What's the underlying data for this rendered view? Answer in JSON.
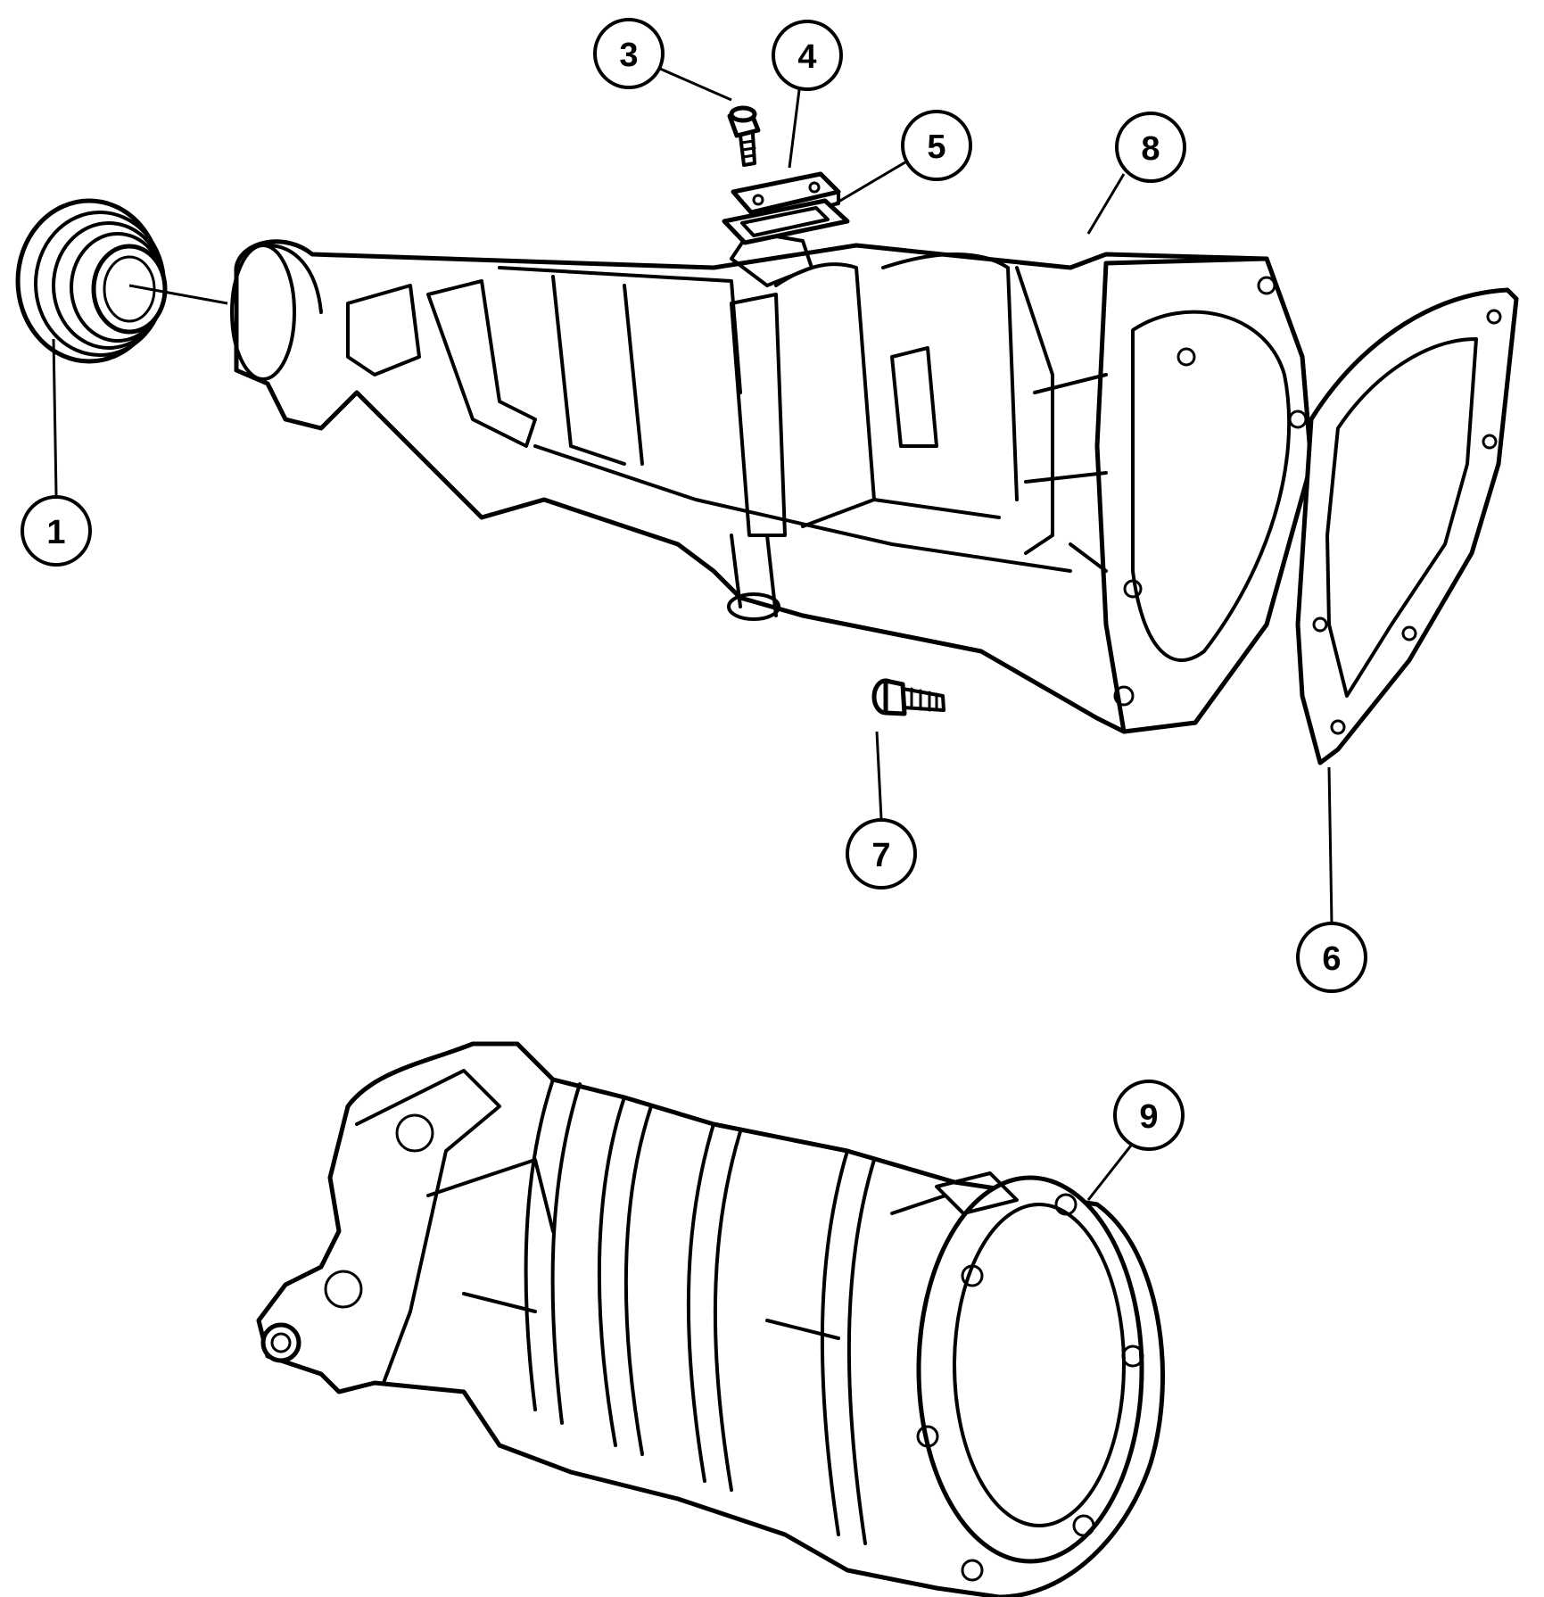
{
  "callouts": [
    {
      "id": "1",
      "label": "1"
    },
    {
      "id": "3",
      "label": "3"
    },
    {
      "id": "4",
      "label": "4"
    },
    {
      "id": "5",
      "label": "5"
    },
    {
      "id": "6",
      "label": "6"
    },
    {
      "id": "7",
      "label": "7"
    },
    {
      "id": "8",
      "label": "8"
    },
    {
      "id": "9",
      "label": "9"
    }
  ],
  "colors": {
    "line": "#000000",
    "background": "#ffffff"
  }
}
